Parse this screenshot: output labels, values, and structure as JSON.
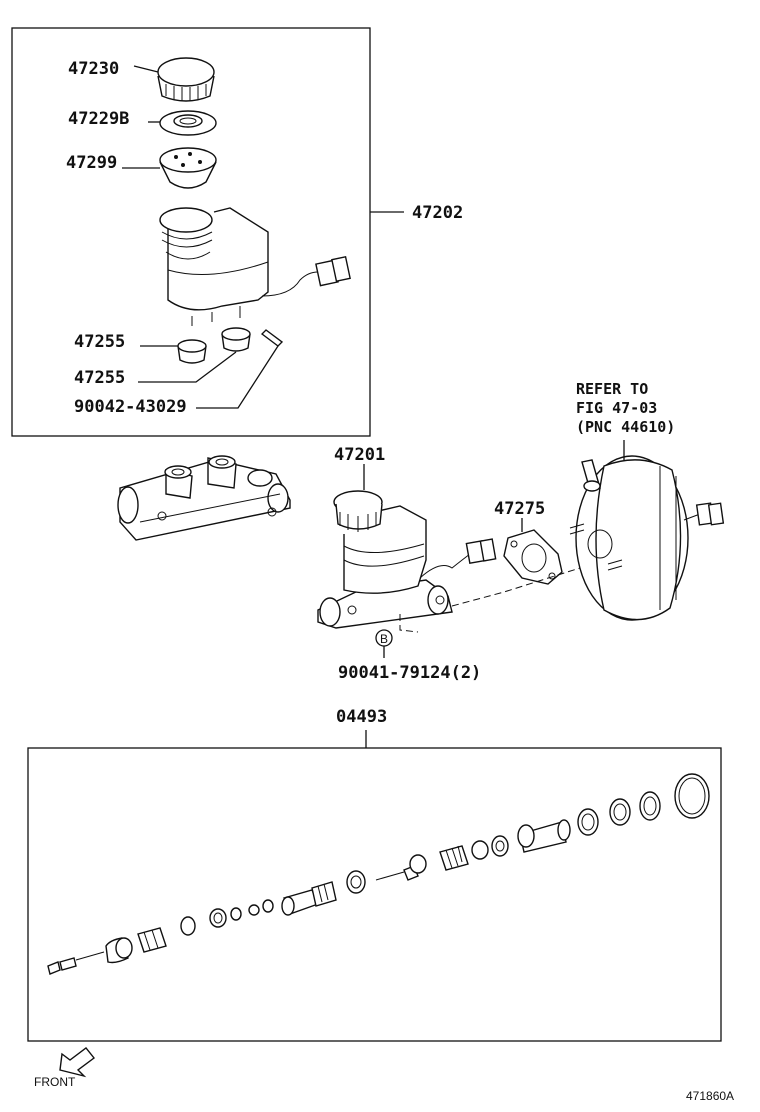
{
  "labels": {
    "cap": "47230",
    "strainer_seal": "47229B",
    "strainer": "47299",
    "reservoir_assy": "47202",
    "grommet_1": "47255",
    "grommet_2": "47255",
    "pin": "90042-43029",
    "master_cylinder": "47201",
    "gasket": "47275",
    "nut": "90041-79124(2)",
    "repair_kit": "04493",
    "callout_b": "B"
  },
  "reference_note": {
    "line1": "REFER TO",
    "line2": "FIG 47-03",
    "line3": "(PNC 44610)"
  },
  "front_label": "FRONT",
  "figure_id": "471860A"
}
